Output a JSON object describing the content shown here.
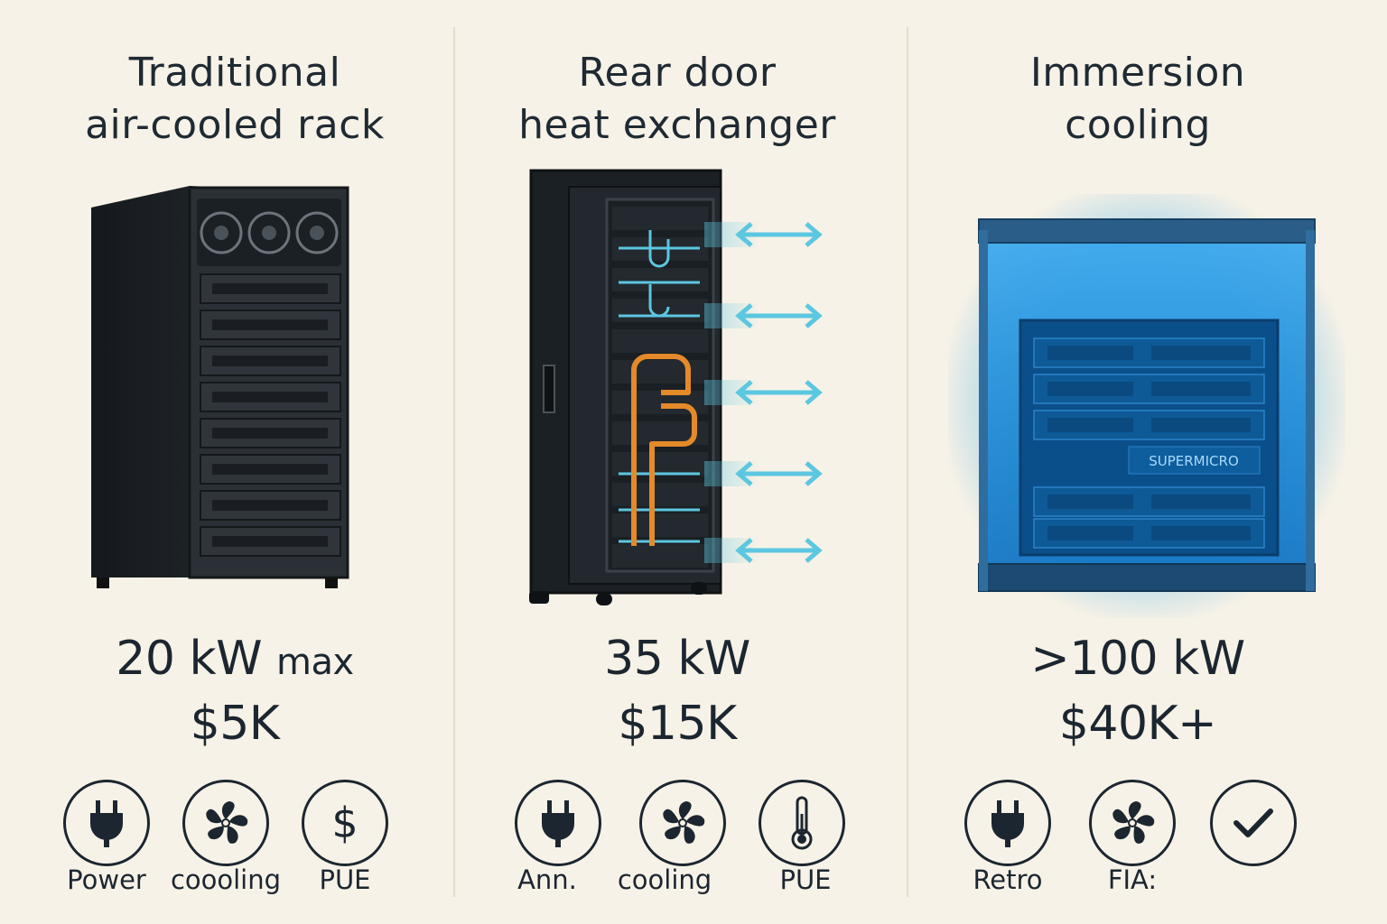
{
  "panels": [
    {
      "title": [
        "Traditional",
        "air-cooled rack"
      ],
      "power": "20 kW",
      "power_suffix": "max",
      "cost": "$5K",
      "icons": [
        {
          "icon": "plug-icon",
          "label": "Power"
        },
        {
          "icon": "fan-icon",
          "label": "coooling"
        },
        {
          "icon": "dollar-icon",
          "label": "PUE"
        }
      ]
    },
    {
      "title": [
        "Rear door",
        "heat exchanger"
      ],
      "power": "35 kW",
      "cost": "$15K",
      "icons": [
        {
          "icon": "plug-icon",
          "label": "Ann."
        },
        {
          "icon": "fan-icon",
          "label": "cooling"
        },
        {
          "icon": "thermometer-icon",
          "label": "PUE"
        }
      ]
    },
    {
      "title": [
        "Immersion",
        "cooling"
      ],
      "power": ">100 kW",
      "cost": "$40K+",
      "brand_label": "SUPERMICRO",
      "icons": [
        {
          "icon": "plug-icon",
          "label": "Retro"
        },
        {
          "icon": "fan-icon",
          "label": "FIA:"
        },
        {
          "icon": "check-icon",
          "label": ""
        }
      ]
    }
  ],
  "colors": {
    "background": "#f7f2e7",
    "ink": "#1c2630",
    "rack": "#23282d",
    "airflow": "#5cc7e0",
    "coolant_pipe": "#e48a2a",
    "immersion_glow": "#1e9fe8"
  }
}
